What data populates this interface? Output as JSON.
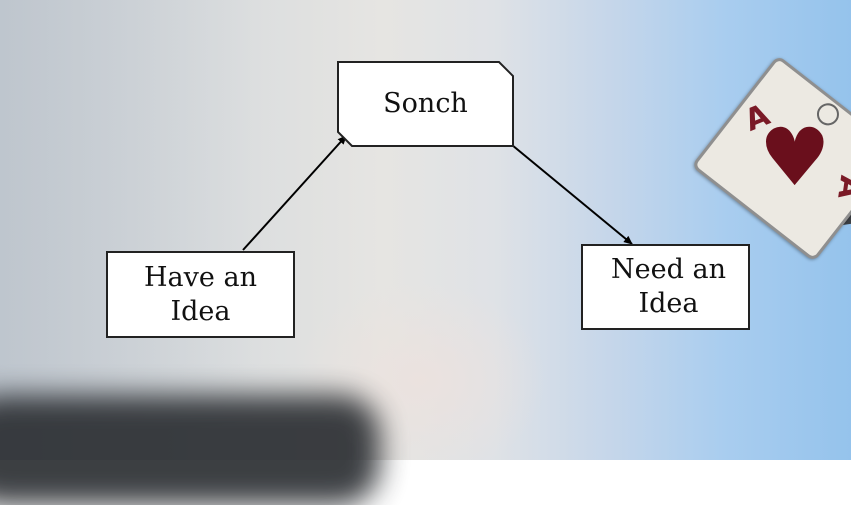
{
  "diagram": {
    "nodes": {
      "sonch": {
        "label": "Sonch"
      },
      "have_idea": {
        "label": "Have an\nIdea"
      },
      "need_idea": {
        "label": "Need an\nIdea"
      }
    },
    "edges": [
      {
        "from": "have_idea",
        "to": "sonch"
      },
      {
        "from": "sonch",
        "to": "need_idea"
      }
    ]
  },
  "background": {
    "playing_card": {
      "rank": "A",
      "suit": "heart-icon"
    }
  }
}
